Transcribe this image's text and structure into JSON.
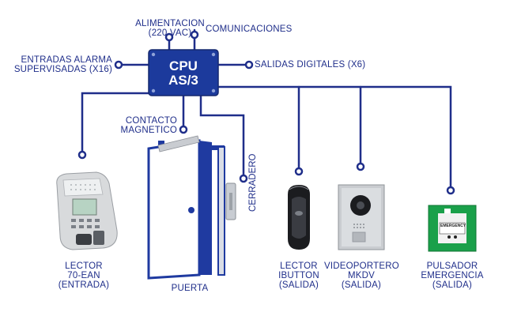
{
  "cpu": {
    "line1": "CPU",
    "line2": "AS/3"
  },
  "labels": {
    "alimentacion": [
      "ALIMENTACION",
      "(220 VAC)"
    ],
    "comunicaciones": [
      "COMUNICACIONES"
    ],
    "entradas": [
      "ENTRADAS ALARMA",
      "SUPERVISADAS (X16)"
    ],
    "salidas": [
      "SALIDAS DIGITALES (X6)"
    ],
    "contacto": [
      "CONTACTO",
      "MAGNETICO"
    ],
    "cerradero": "CERRADERO",
    "lector": [
      "LECTOR",
      "70-EAN",
      "(ENTRADA)"
    ],
    "puerta": [
      "PUERTA"
    ],
    "ibutton": [
      "LECTOR",
      "iBUTTON",
      "(SALIDA)"
    ],
    "videoportero": [
      "VIDEOPORTERO",
      "MKDV",
      "(SALIDA)"
    ],
    "pulsador": [
      "PULSADOR",
      "EMERGENCIA",
      "(SALIDA)"
    ]
  },
  "devices": {
    "emergency_text": "EMERGENCY"
  },
  "colors": {
    "line": "#1f2e8a",
    "cpu": "#1c3a9c",
    "door": "#1f3aa0",
    "emergency": "#1aa04a"
  }
}
